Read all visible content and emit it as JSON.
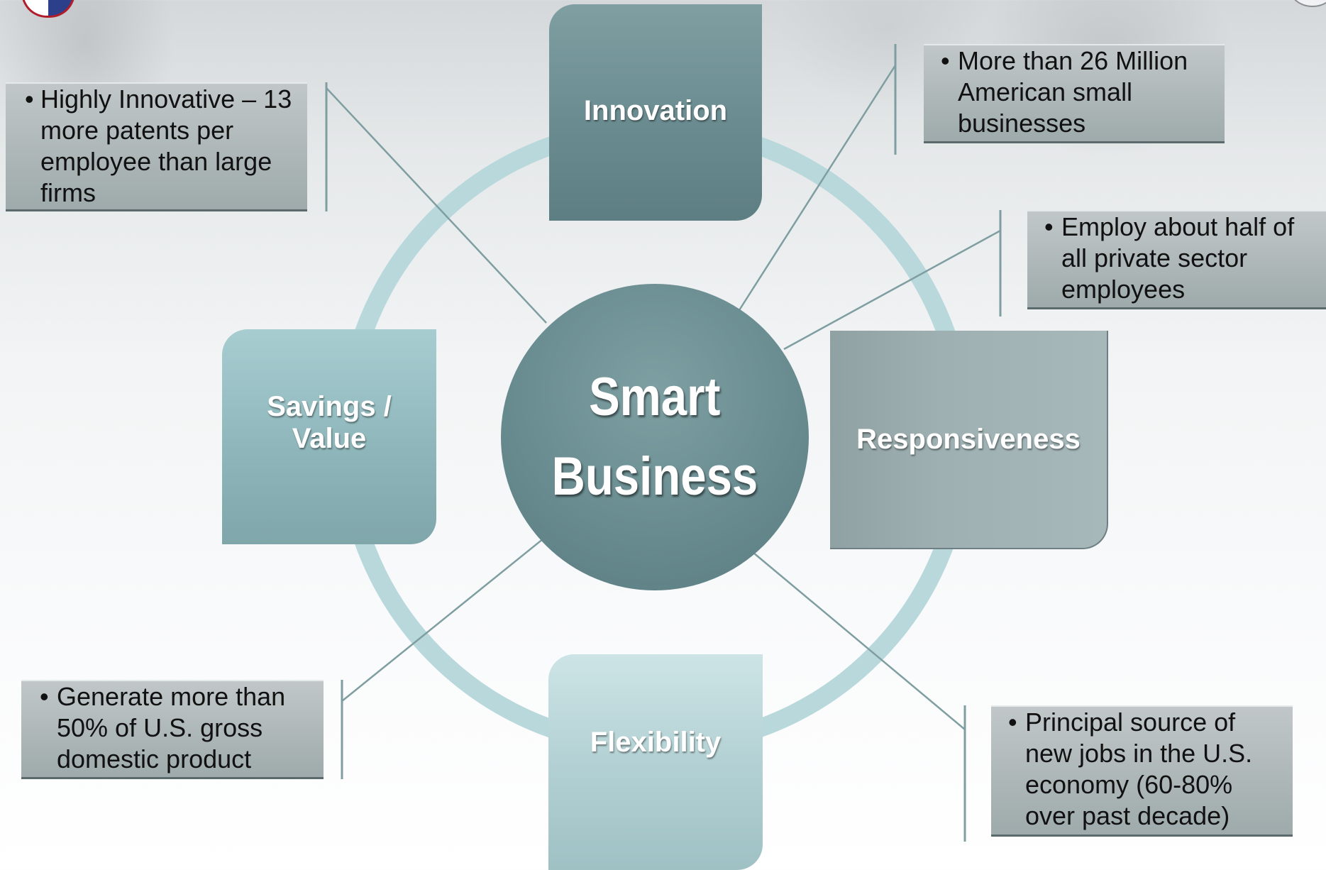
{
  "center": {
    "line1": "Smart",
    "line2": "Business"
  },
  "nodes": {
    "innovation": "Innovation",
    "savings_line1": "Savings /",
    "savings_line2": "Value",
    "responsiveness": "Responsiveness",
    "flexibility": "Flexibility"
  },
  "callouts": {
    "patents": {
      "bullet": "•",
      "lines": [
        "Highly Innovative – 13",
        "more patents per",
        "employee than large",
        "firms"
      ]
    },
    "count": {
      "bullet": "•",
      "lines": [
        "More than 26 Million",
        "American small",
        "businesses"
      ]
    },
    "employ": {
      "bullet": "•",
      "lines": [
        "Employ about half of",
        "all private sector",
        "employees"
      ]
    },
    "gdp": {
      "bullet": "•",
      "lines": [
        "Generate more than",
        "50% of U.S. gross",
        "domestic product"
      ]
    },
    "jobs": {
      "bullet": "•",
      "lines": [
        "Principal source of",
        "new jobs in the U.S.",
        "economy (60-80%",
        "over past decade)"
      ]
    }
  },
  "colors": {
    "ring": "#b9d8dc",
    "connector": "#7f9ea1",
    "center": "#678a8e"
  }
}
